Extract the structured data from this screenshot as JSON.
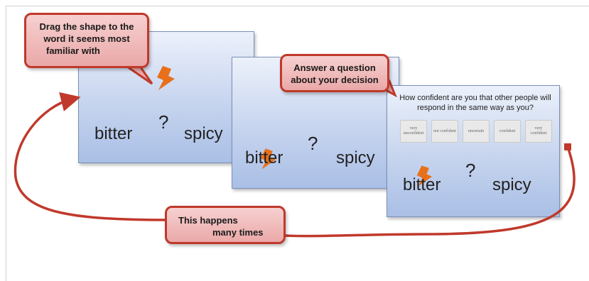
{
  "colors": {
    "arrow": "#c0392b",
    "shape": "#e8701a",
    "callout_border": "#c0392b"
  },
  "callouts": {
    "drag": {
      "line1": "Drag the shape to the",
      "line2": "word it seems most",
      "line3": "familiar with"
    },
    "answer": {
      "line1": "Answer a question",
      "line2": "about your decision"
    },
    "repeat": {
      "line1": "This happens",
      "line2": "many times"
    }
  },
  "slides": [
    {
      "left_word": "bitter",
      "center": "?",
      "right_word": "spicy"
    },
    {
      "left_word": "bitter",
      "center": "?",
      "right_word": "spicy"
    },
    {
      "left_word": "bitter",
      "center": "?",
      "right_word": "spicy",
      "question": "How confident are you that other people will respond in the same way as you?",
      "options": [
        "very unconfident",
        "not confident",
        "uncertain",
        "confident",
        "very confident"
      ]
    }
  ]
}
